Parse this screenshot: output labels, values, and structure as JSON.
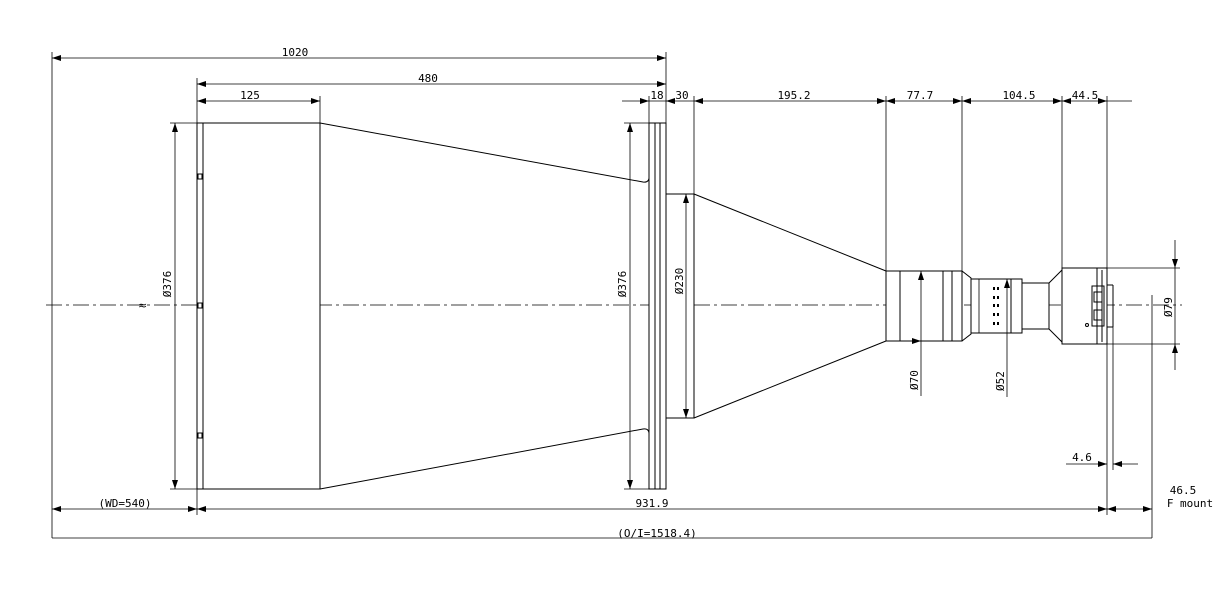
{
  "dimensions": {
    "overall": "1020",
    "front_to_flange": "480",
    "front_cylinder": "125",
    "flange_thickness": "18",
    "flange_to_cone": "30",
    "cone_length": "195.2",
    "barrel_one": "77.7",
    "barrel_two": "104.5",
    "mount_section": "44.5",
    "front_diameter": "Ø376",
    "flange_diameter": "Ø376",
    "cone_diameter": "Ø230",
    "barrel_diameter": "Ø70",
    "focus_diameter": "Ø52",
    "mount_diameter": "Ø79",
    "mount_offset": "4.6",
    "flange_back": "46.5",
    "mount_type": "F mount",
    "working_distance": "(WD=540)",
    "lens_length": "931.9",
    "object_to_image": "(O/I=1518.4)"
  },
  "break_symbol": "≈"
}
